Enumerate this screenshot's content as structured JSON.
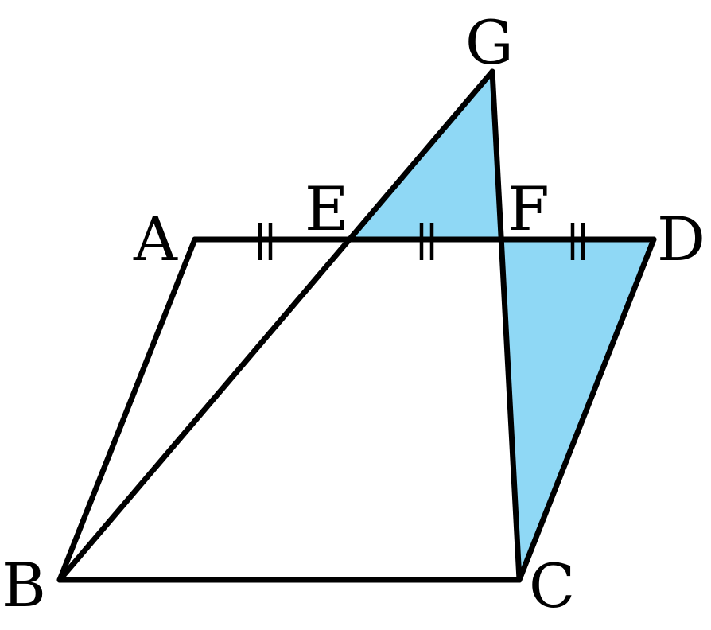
{
  "diagram": {
    "points": {
      "A": "A",
      "B": "B",
      "C": "C",
      "D": "D",
      "E": "E",
      "F": "F",
      "G": "G"
    },
    "colors": {
      "fill": "#8fd8f5",
      "stroke": "#000000",
      "background": "#ffffff"
    },
    "shaded_triangles": [
      "EFG",
      "FDC"
    ],
    "tick_marks": [
      "AE",
      "EF",
      "FD"
    ],
    "ticks_per_segment": 2
  }
}
